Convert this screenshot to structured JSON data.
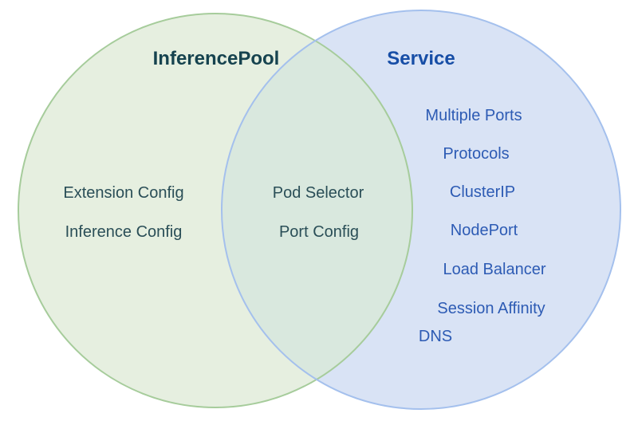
{
  "venn": {
    "left": {
      "label": "InferencePool",
      "items": [
        "Extension Config",
        "Inference Config"
      ],
      "fill": "#e6efe0",
      "stroke": "#a6cc9b",
      "text_color": "#2a4e57",
      "title_color": "#16434f"
    },
    "right": {
      "label": "Service",
      "items": [
        "Multiple Ports",
        "Protocols",
        "ClusterIP",
        "NodePort",
        "Load Balancer",
        "Session Affinity",
        "DNS"
      ],
      "fill": "#d9e3f5",
      "stroke": "#a4c0ed",
      "text_color": "#2d5bb4",
      "title_color": "#174ea6"
    },
    "overlap": {
      "items": [
        "Pod Selector",
        "Port Config"
      ],
      "fill": "#d9e8de",
      "text_color": "#2a4e57"
    }
  }
}
